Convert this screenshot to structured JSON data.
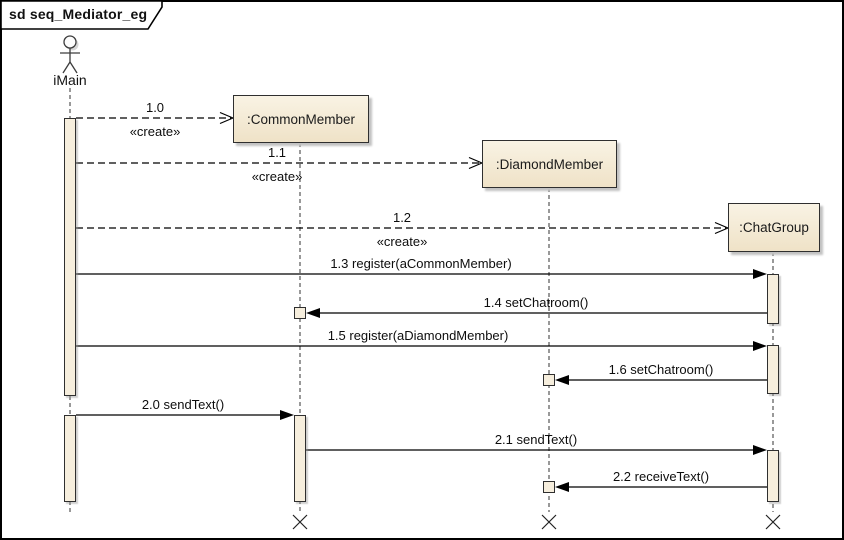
{
  "frame": {
    "title": "sd seq_Mediator_eg"
  },
  "actor": {
    "label": "iMain"
  },
  "lifelines": [
    {
      "name": ":CommonMember"
    },
    {
      "name": ":DiamondMember"
    },
    {
      "name": ":ChatGroup"
    }
  ],
  "messages": [
    {
      "label": "1.0",
      "stereotype": "«create»",
      "kind": "create"
    },
    {
      "label": "1.1",
      "stereotype": "«create»",
      "kind": "create"
    },
    {
      "label": "1.2",
      "stereotype": "«create»",
      "kind": "create"
    },
    {
      "label": "1.3 register(aCommonMember)",
      "kind": "call"
    },
    {
      "label": "1.4 setChatroom()",
      "kind": "call"
    },
    {
      "label": "1.5 register(aDiamondMember)",
      "kind": "call"
    },
    {
      "label": "1.6 setChatroom()",
      "kind": "call"
    },
    {
      "label": "2.0 sendText()",
      "kind": "call"
    },
    {
      "label": "2.1 sendText()",
      "kind": "call"
    },
    {
      "label": "2.2 receiveText()",
      "kind": "call"
    }
  ],
  "colors": {
    "fill": "#f5ecd9",
    "border": "#2f2f2f",
    "shadow": "#bdbdbd",
    "line": "#000000",
    "background": "#ffffff"
  }
}
